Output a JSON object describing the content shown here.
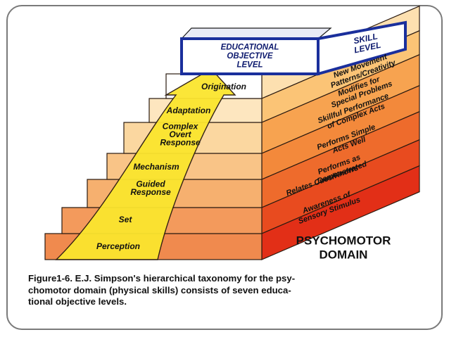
{
  "header": {
    "educational_objective_level": [
      "EDUCATIONAL",
      "OBJECTIVE",
      "LEVEL"
    ],
    "skill_level": [
      "SKILL",
      "LEVEL"
    ]
  },
  "levels": [
    {
      "name": "Perception",
      "description": [
        "Awareness of",
        "Sensory Stimulus"
      ]
    },
    {
      "name": "Set",
      "description": [
        "Relates Cues/Knows"
      ]
    },
    {
      "name": [
        "Guided",
        "Response"
      ],
      "description": [
        "Performs as",
        "Demonstrated"
      ]
    },
    {
      "name": "Mechanism",
      "description": [
        "Performs Simple",
        "Acts Well"
      ]
    },
    {
      "name": [
        "Complex",
        "Overt",
        "Response"
      ],
      "description": [
        "Skillful Performance",
        "of Complex Acts"
      ]
    },
    {
      "name": "Adaptation",
      "description": [
        "Modifies for",
        "Special Problems"
      ]
    },
    {
      "name": "Origination",
      "description": [
        "New Movement",
        "Patterns/Creativity"
      ]
    }
  ],
  "domain_title": [
    "PSYCHOMOTOR",
    "DOMAIN"
  ],
  "caption_lines": [
    "Figure1-6. E.J. Simpson's hierarchical taxonomy for the psy-",
    "chomotor domain (physical skills) consists of seven educa-",
    "tional objective levels."
  ],
  "colors": {
    "step_fronts": [
      "#f08a4e",
      "#f39a5c",
      "#f6b06f",
      "#f9c487",
      "#fbd7a0",
      "#fde6bf",
      "#ffffff"
    ],
    "side_faces": [
      "#e22f17",
      "#e84b1f",
      "#ee6b2c",
      "#f3893b",
      "#f7a350",
      "#fbc476",
      "#fde0b0"
    ],
    "arrow_fill": "#fbe52e",
    "header_box": "#1a2f9c"
  }
}
